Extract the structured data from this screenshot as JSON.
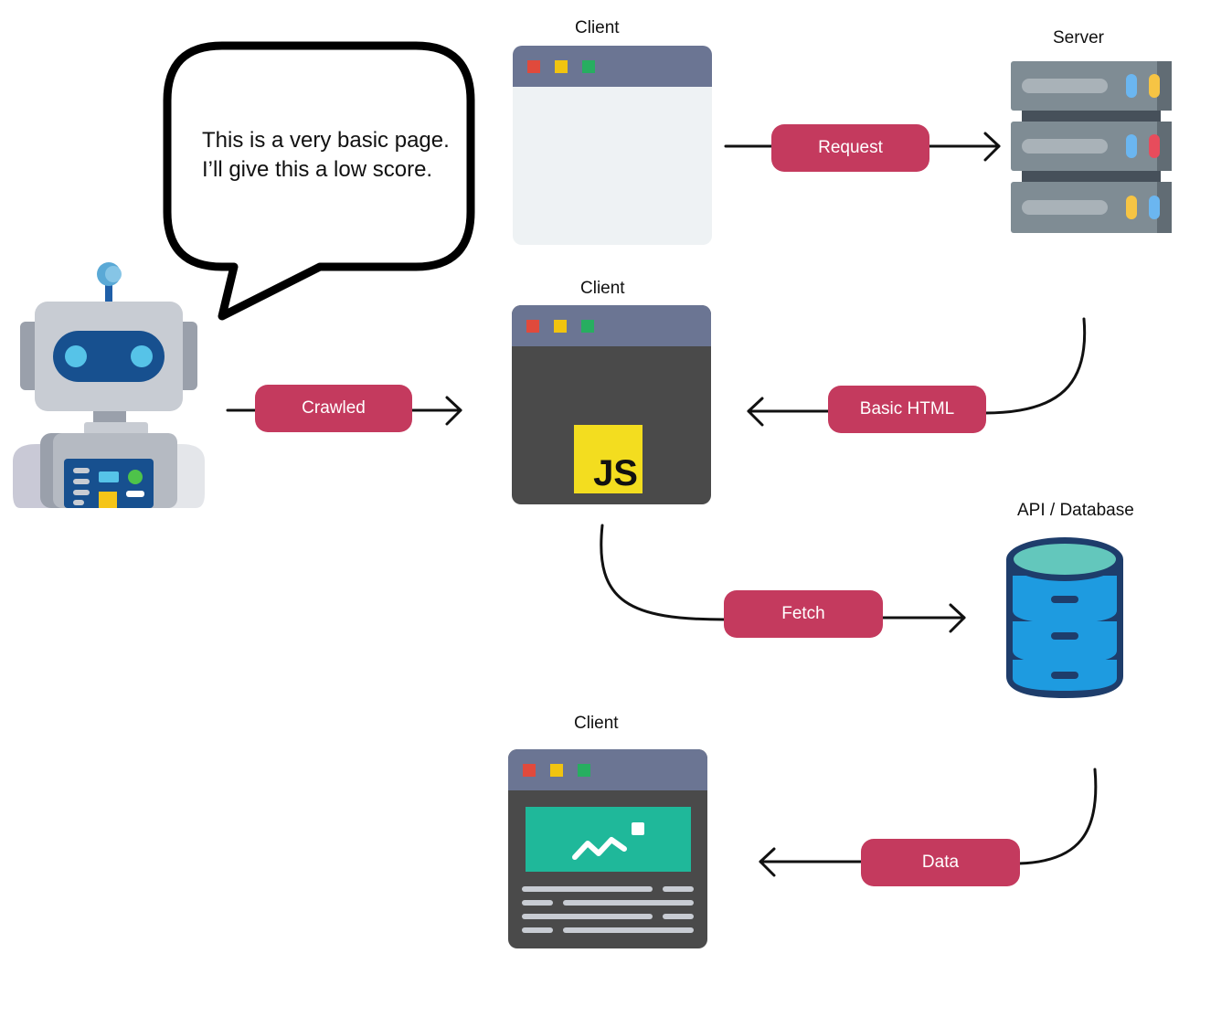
{
  "speech_bubble": {
    "line1": "This is a very basic page.",
    "line2": "I’ll give this  a low score."
  },
  "nodes": {
    "client_top": "Client",
    "client_middle": "Client",
    "client_bottom": "Client",
    "server": "Server",
    "api_database": "API / Database"
  },
  "edges": {
    "request": "Request",
    "crawled": "Crawled",
    "basic_html": "Basic HTML",
    "fetch": "Fetch",
    "data": "Data"
  },
  "js_badge": "JS",
  "colors": {
    "pill": "#c43a5e",
    "window_bar": "#6b7593",
    "window_dark": "#4a4a4a",
    "window_light": "#eef2f4",
    "js_yellow": "#f3dd1f",
    "dot_red": "#e04a3c",
    "dot_yellow": "#f1c40f",
    "dot_green": "#27ae60",
    "server_gray": "#7f8c94",
    "db_blue": "#1e9be0",
    "db_teal": "#63c7bc",
    "image_teal": "#1fb89a"
  }
}
